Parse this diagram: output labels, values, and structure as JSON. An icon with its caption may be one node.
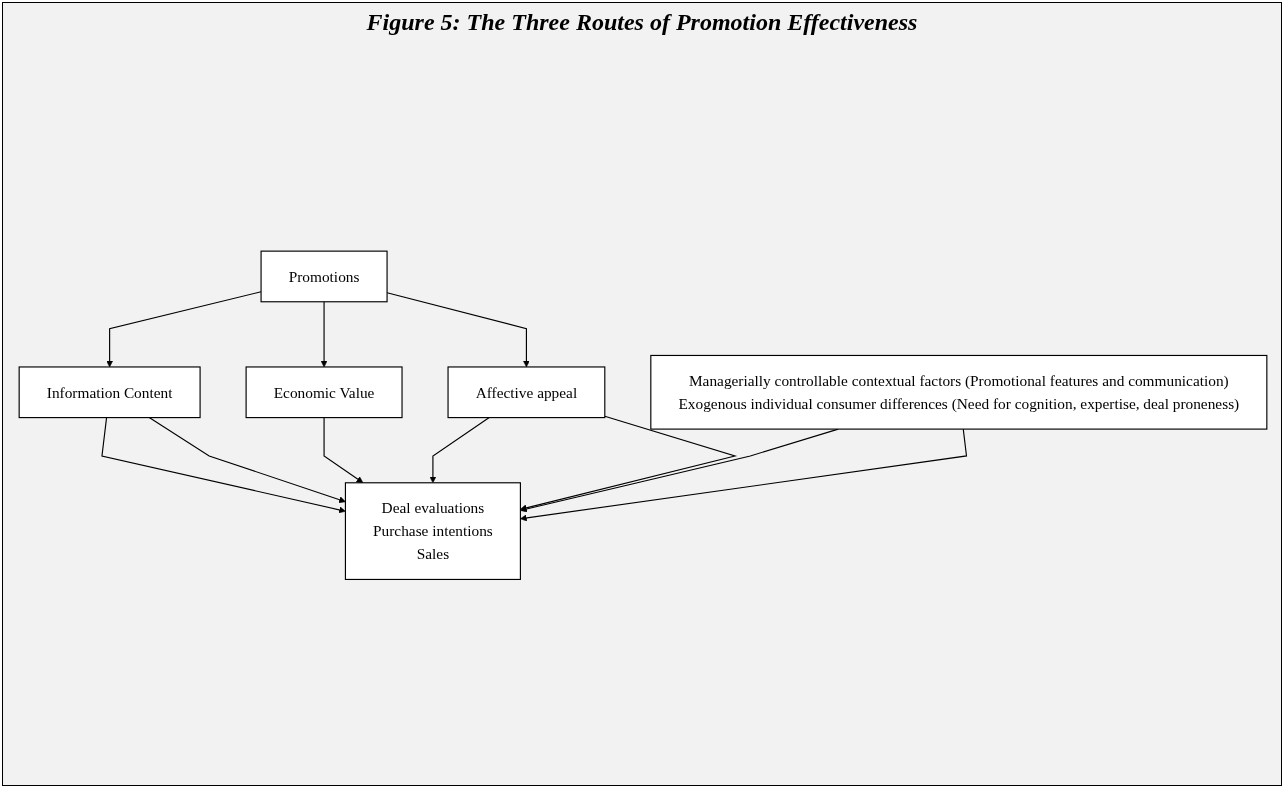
{
  "diagram": {
    "title": "Figure 5: The Three Routes of Promotion Effectiveness",
    "nodes": [
      {
        "text": [
          "Promotions"
        ]
      },
      {
        "text": [
          "Information Content"
        ]
      },
      {
        "text": [
          "Economic Value"
        ]
      },
      {
        "text": [
          "Affective appeal"
        ]
      },
      {
        "text": [
          "Deal evaluations",
          "Purchase intentions",
          "Sales"
        ]
      },
      {
        "text": [
          "Managerially controllable contextual factors (Promotional features and communication)",
          "Exogenous individual consumer differences (Need for cognition, expertise, deal proneness)"
        ]
      }
    ],
    "edges": [
      {
        "from": 0,
        "to": 1,
        "arrow": "to"
      },
      {
        "from": 0,
        "to": 2,
        "arrow": "to"
      },
      {
        "from": 0,
        "to": 3,
        "arrow": "to"
      },
      {
        "from": 1,
        "to": 4,
        "arrow": "to"
      },
      {
        "from": 2,
        "to": 4,
        "arrow": "to"
      },
      {
        "from": 3,
        "to": 4,
        "arrow": "to"
      },
      {
        "from": 1,
        "to": 4,
        "arrow": "to"
      },
      {
        "from": 3,
        "to": 4,
        "arrow": "to"
      },
      {
        "from": 5,
        "to": 4,
        "arrow": "to"
      },
      {
        "from": 5,
        "to": 4,
        "arrow": "to"
      }
    ]
  }
}
